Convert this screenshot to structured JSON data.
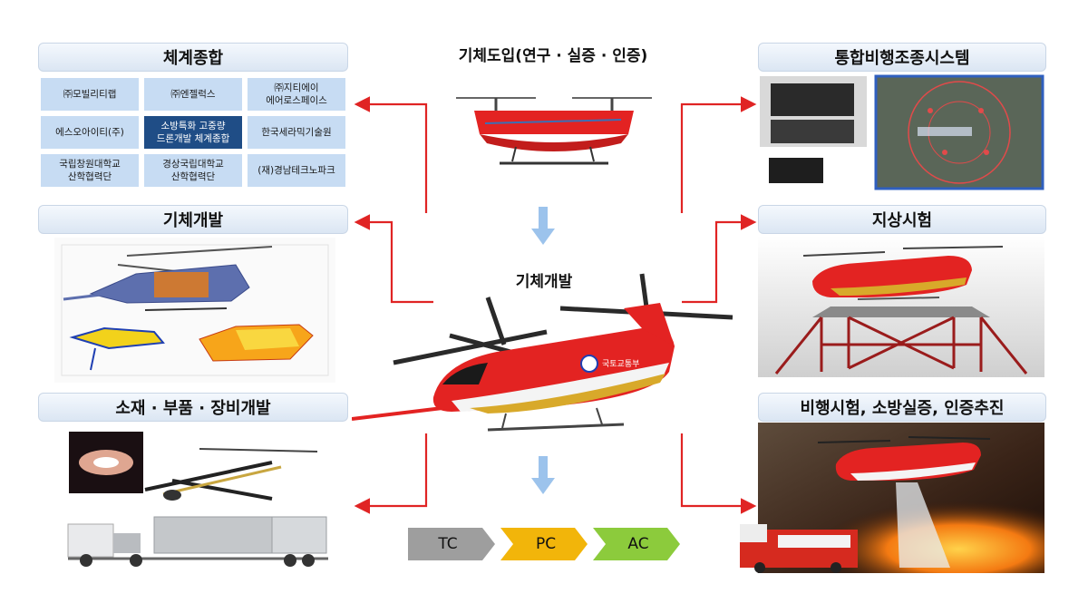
{
  "center": {
    "top_title": "기체도입(연구 · 실증 · 인증)",
    "mid_title": "기체개발",
    "heli_label": "국토교통부",
    "stages": [
      {
        "label": "TC",
        "color": "#9e9e9e"
      },
      {
        "label": "PC",
        "color": "#f2b50a"
      },
      {
        "label": "AC",
        "color": "#8ccb3c"
      }
    ]
  },
  "consortium": {
    "title": "체계종합",
    "cells": [
      "㈜모빌리티랩",
      "㈜엔젤럭스",
      "㈜지티에이\n에어로스페이스",
      "에스오아이티(주)",
      "소방특화 고중량\n드론개발 체계종합",
      "한국세라믹기술원",
      "국립창원대학교\n산학협력단",
      "경상국립대학교\n산학협력단",
      "(재)경남테크노파크"
    ]
  },
  "sections": {
    "airframe_dev": "기체개발",
    "materials_dev": "소재 · 부품 · 장비개발",
    "flight_control": "통합비행조종시스템",
    "ground_test": "지상시험",
    "flight_test": "비행시험, 소방실증, 인증추진"
  },
  "colors": {
    "arrow": "#e02424",
    "heli_red": "#e32322",
    "down_arrow": "#9cc3ec",
    "header_bg": "#dbe6f3",
    "cell_bg": "#c7dcf3",
    "cell_highlight": "#1f4d86"
  }
}
